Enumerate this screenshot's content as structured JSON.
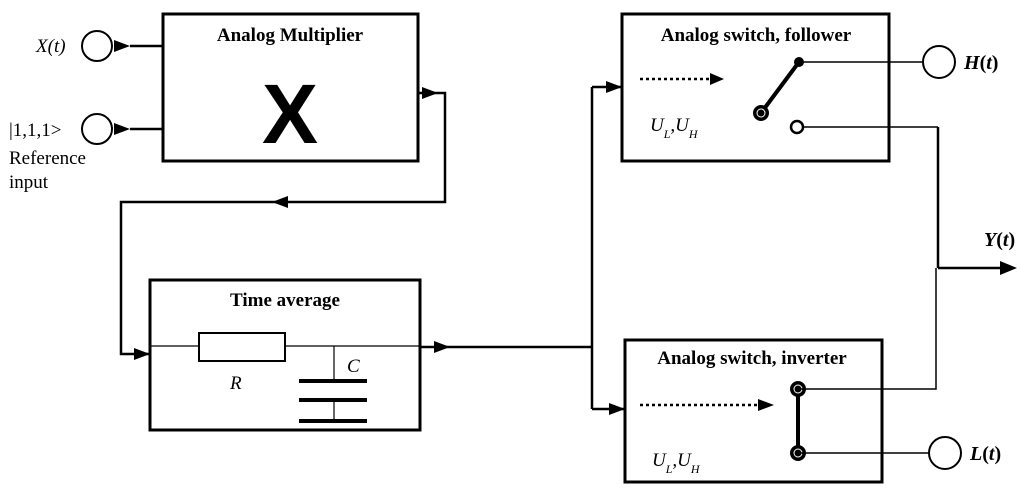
{
  "blocks": {
    "multiplier": {
      "title": "Analog Multiplier",
      "symbol": "X"
    },
    "time_average": {
      "title": "Time average",
      "resistor": "R",
      "capacitor": "C"
    },
    "switch_follower": {
      "title": "Analog switch, follower",
      "u_l": "U",
      "u_l_sub": "L",
      "u_h": "U",
      "u_h_sub": "H"
    },
    "switch_inverter": {
      "title": "Analog switch, inverter",
      "u_l": "U",
      "u_l_sub": "L",
      "u_h": "U",
      "u_h_sub": "H"
    }
  },
  "terminals": {
    "x_input": {
      "name": "X",
      "arg": "t"
    },
    "ref_state": "|1,1,1>",
    "ref_label_1": "Reference",
    "ref_label_2": "input",
    "h_output": {
      "name": "H",
      "arg": "t"
    },
    "l_output": {
      "name": "L",
      "arg": "t"
    },
    "y_output": {
      "name": "Y",
      "arg": "t"
    }
  }
}
